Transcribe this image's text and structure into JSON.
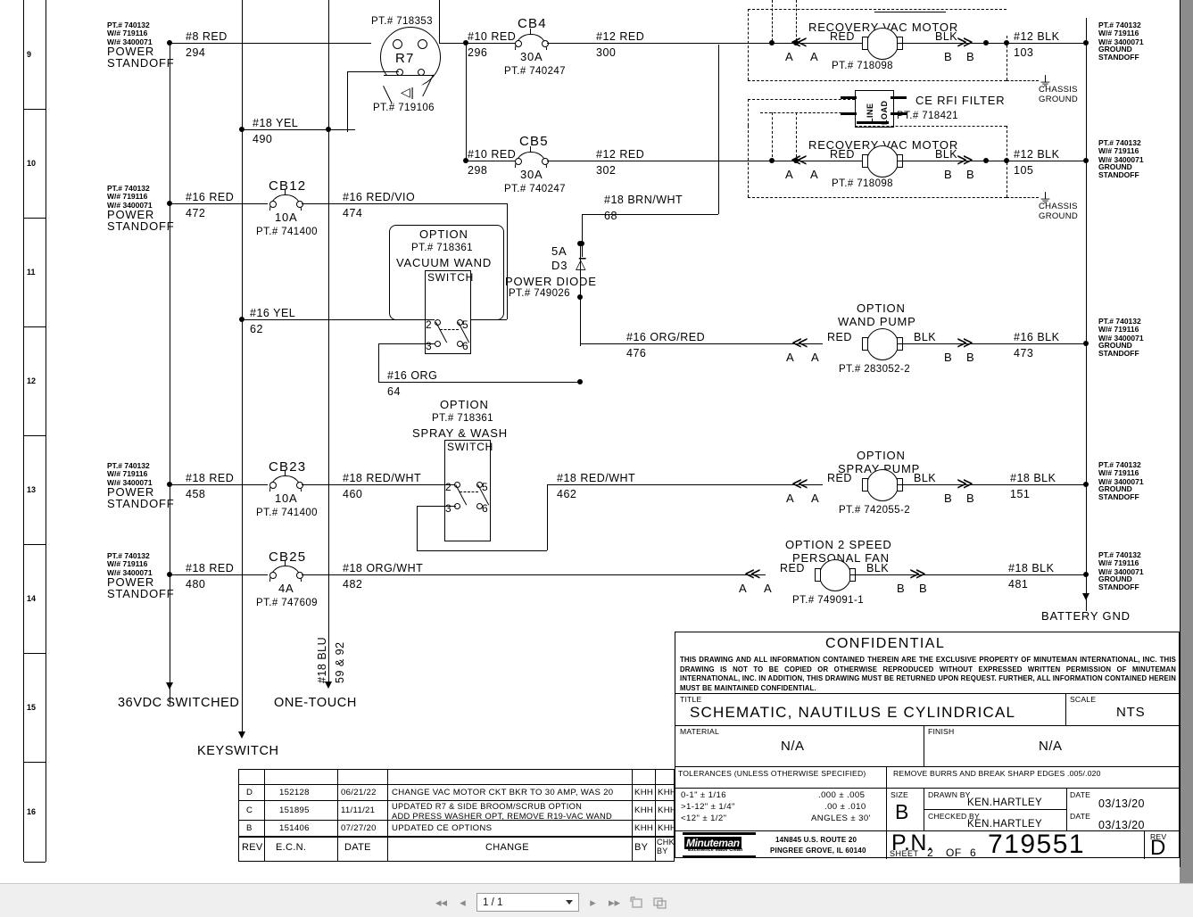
{
  "viewer": {
    "page_indicator": "1 / 1",
    "nav": {
      "first": "first-page",
      "prev": "previous-page",
      "next": "next-page",
      "last": "last-page",
      "fit": "fit-page",
      "rotate": "rotate-view"
    }
  },
  "sheet": {
    "zones": [
      "9",
      "10",
      "11",
      "12",
      "13",
      "14",
      "15",
      "16"
    ],
    "bottom_labels": {
      "vdc": "36VDC SWITCHED",
      "one_touch": "ONE-TOUCH",
      "keyswitch": "KEYSWITCH",
      "battery_gnd": "BATTERY GND"
    },
    "standoffs": {
      "power": {
        "pt": "PT.# 740132",
        "w1": "W/# 719116",
        "w2": "W/# 3400071",
        "l1": "POWER",
        "l2": "STANDOFF"
      },
      "ground": {
        "pt": "PT.# 740132",
        "w1": "W/# 719116",
        "w2": "W/# 3400071",
        "l1": "GROUND",
        "l2": "STANDOFF"
      }
    },
    "chassis_ground": "CHASSIS\nGROUND",
    "r7": {
      "pt_top": "PT.# 718353",
      "name": "R7",
      "pt_diode": "PT.# 719106"
    },
    "rfi": {
      "name": "CE RFI FILTER",
      "pt": "PT.# 718421",
      "line": "LINE",
      "load": "LOAD"
    },
    "breakers": [
      {
        "name": "CB4",
        "rating": "30A",
        "pt": "PT.# 740247"
      },
      {
        "name": "CB5",
        "rating": "30A",
        "pt": "PT.# 740247"
      },
      {
        "name": "CB12",
        "rating": "10A",
        "pt": "PT.# 741400"
      },
      {
        "name": "CB23",
        "rating": "10A",
        "pt": "PT.# 741400"
      },
      {
        "name": "CB25",
        "rating": "4A",
        "pt": "PT.# 747609"
      }
    ],
    "wires": [
      {
        "id": "w294",
        "gauge": "#8 RED",
        "num": "294"
      },
      {
        "id": "w296",
        "gauge": "#10 RED",
        "num": "296"
      },
      {
        "id": "w300",
        "gauge": "#12 RED",
        "num": "300"
      },
      {
        "id": "w103",
        "gauge": "#12 BLK",
        "num": "103"
      },
      {
        "id": "w490",
        "gauge": "#18 YEL",
        "num": "490"
      },
      {
        "id": "w298",
        "gauge": "#10 RED",
        "num": "298"
      },
      {
        "id": "w302",
        "gauge": "#12 RED",
        "num": "302"
      },
      {
        "id": "w105",
        "gauge": "#12 BLK",
        "num": "105"
      },
      {
        "id": "w472",
        "gauge": "#16 RED",
        "num": "472"
      },
      {
        "id": "w474",
        "gauge": "#16 RED/VIO",
        "num": "474"
      },
      {
        "id": "w68",
        "gauge": "#18 BRN/WHT",
        "num": "68"
      },
      {
        "id": "w62",
        "gauge": "#16 YEL",
        "num": "62"
      },
      {
        "id": "w476",
        "gauge": "#16 ORG/RED",
        "num": "476"
      },
      {
        "id": "w473",
        "gauge": "#16 BLK",
        "num": "473"
      },
      {
        "id": "w64",
        "gauge": "#16 ORG",
        "num": "64"
      },
      {
        "id": "w458",
        "gauge": "#18 RED",
        "num": "458"
      },
      {
        "id": "w460",
        "gauge": "#18 RED/WHT",
        "num": "460"
      },
      {
        "id": "w462",
        "gauge": "#18 RED/WHT",
        "num": "462"
      },
      {
        "id": "w151",
        "gauge": "#18 BLK",
        "num": "151"
      },
      {
        "id": "w480",
        "gauge": "#18 RED",
        "num": "480"
      },
      {
        "id": "w482",
        "gauge": "#18 ORG/WHT",
        "num": "482"
      },
      {
        "id": "w481",
        "gauge": "#18 BLK",
        "num": "481"
      },
      {
        "id": "wblu",
        "gauge": "#18 BLU",
        "num": "59 & 92"
      }
    ],
    "diode": {
      "rating": "5A",
      "ref": "D3",
      "name": "POWER DIODE",
      "pt": "PT.# 749026"
    },
    "devices": [
      {
        "id": "vac1",
        "option": "",
        "name": "RECOVERY VAC MOTOR",
        "pt": "PT.# 718098",
        "red": "RED",
        "blk": "BLK",
        "a": "A",
        "b": "B"
      },
      {
        "id": "vac2",
        "option": "",
        "name": "RECOVERY VAC MOTOR",
        "pt": "PT.# 718098",
        "red": "RED",
        "blk": "BLK",
        "a": "A",
        "b": "B"
      },
      {
        "id": "wandpump",
        "option": "OPTION",
        "name": "WAND PUMP",
        "pt": "PT.# 283052-2",
        "red": "RED",
        "blk": "BLK",
        "a": "A",
        "b": "B"
      },
      {
        "id": "spraypump",
        "option": "OPTION",
        "name": "SPRAY PUMP",
        "pt": "PT.# 742055-2",
        "red": "RED",
        "blk": "BLK",
        "a": "A",
        "b": "B"
      },
      {
        "id": "fan",
        "option": "OPTION 2 SPEED",
        "name": "PERSONAL FAN",
        "pt": "PT.# 749091-1",
        "red": "RED",
        "blk": "BLK",
        "a": "A",
        "b": "B"
      }
    ],
    "switches": [
      {
        "id": "vacwand",
        "option": "OPTION",
        "pt": "PT.# 718361",
        "name": "VACUUM WAND",
        "title": "SWITCH",
        "pins": [
          "2",
          "5",
          "3",
          "6"
        ]
      },
      {
        "id": "spraywash",
        "option": "OPTION",
        "pt": "PT.# 718361",
        "name": "SPRAY & WASH",
        "title": "SWITCH",
        "pins": [
          "2",
          "5",
          "3",
          "6"
        ]
      }
    ]
  },
  "title_block": {
    "confidential_heading": "CONFIDENTIAL",
    "confidential_body": "THIS DRAWING AND ALL INFORMATION CONTAINED THEREIN ARE THE EXCLUSIVE PROPERTY OF MINUTEMAN INTERNATIONAL, INC. THIS DRAWING IS NOT TO BE COPIED OR OTHERWISE REPRODUCED WITHOUT EXPRESSED WRITTEN PERMISSION OF MINUTEMAN INTERNATIONAL, INC. IN ADDITION, THIS DRAWING MUST BE RETURNED UPON REQUEST. FURTHER, ALL INFORMATION CONTAINED HEREIN MUST BE MAINTAINED CONFIDENTIAL.",
    "title_label": "TITLE",
    "title_value": "SCHEMATIC, NAUTILUS E CYLINDRICAL",
    "scale_label": "SCALE",
    "scale_value": "NTS",
    "material_label": "MATERIAL",
    "material_value": "N/A",
    "finish_label": "FINISH",
    "finish_value": "N/A",
    "tolerances_label": "TOLERANCES (UNLESS OTHERWISE SPECIFIED)",
    "burrs_note": "REMOVE BURRS AND BREAK SHARP EDGES .005/.020",
    "tol_rows_left": [
      "0-1\"     ± 1/16",
      ">1-12\"  ± 1/4\"",
      "<12\"     ± 1/2\""
    ],
    "tol_rows_right": [
      ".000 ± .005",
      ".00 ± .010",
      "ANGLES ± 30'"
    ],
    "size_label": "SIZE",
    "size_value": "B",
    "drawn_by_label": "DRAWN BY",
    "drawn_by_value": "KEN.HARTLEY",
    "checked_by_label": "CHECKED BY",
    "checked_by_value": "KEN.HARTLEY",
    "date_label": "DATE",
    "drawn_date": "03/13/20",
    "checked_date": "03/13/20",
    "company_name": "Minuteman",
    "company_tagline": "Excellence Made Clean",
    "address_line1": "14N845 U.S. ROUTE 20",
    "address_line2": "PINGREE GROVE, IL 60140",
    "pn_label": "P.N.",
    "pn_value": "719551",
    "rev_label": "REV",
    "rev_value": "D",
    "sheet_label": "SHEET",
    "sheet_num": "2",
    "sheet_of": "OF",
    "sheet_total": "6"
  },
  "revision_block": {
    "columns": [
      "REV",
      "E.C.N.",
      "DATE",
      "CHANGE",
      "BY",
      "CHK BY"
    ],
    "rows": [
      {
        "rev": "D",
        "ecn": "152128",
        "date": "06/21/22",
        "change": "CHANGE VAC MOTOR CKT BKR TO 30 AMP, WAS 20",
        "by": "KHH",
        "chk": "KHH"
      },
      {
        "rev": "C",
        "ecn": "151895",
        "date": "11/11/21",
        "change": "UPDATED R7 & SIDE BROOM/SCRUB OPTION\nADD PRESS WASHER OPT, REMOVE R19-VAC WAND",
        "by": "KHH",
        "chk": "KHH"
      },
      {
        "rev": "B",
        "ecn": "151406",
        "date": "07/27/20",
        "change": "UPDATED CE OPTIONS",
        "by": "KHH",
        "chk": "KHH"
      }
    ]
  }
}
